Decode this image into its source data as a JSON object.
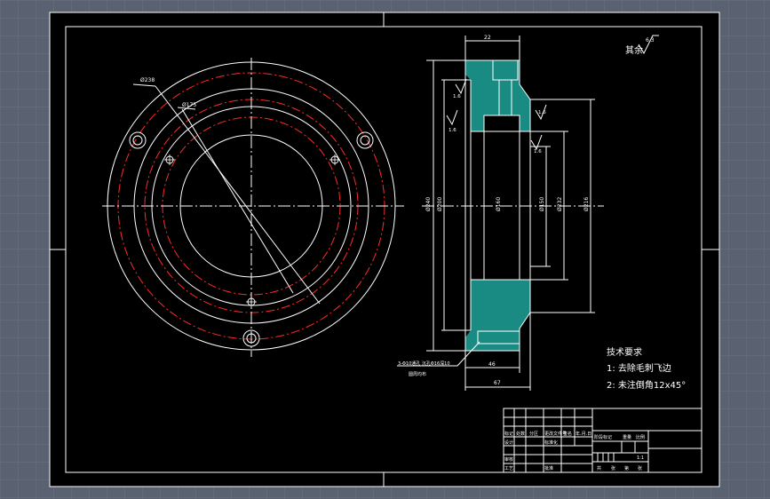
{
  "colors": {
    "background": "#5a6271",
    "sheet": "#000000",
    "line": "#ffffff",
    "center_line": "#ff2a2a",
    "hatch": "#1fa39a"
  },
  "front_view": {
    "diameter_label_outer": "Ø238",
    "diameter_label_inner": "Ø175"
  },
  "section_view": {
    "top_dim": "22",
    "roughness": [
      "1.6",
      "1.6",
      "1.6",
      "1.6"
    ],
    "diameters": [
      "Ø240",
      "Ø200",
      "Ø160",
      "Ø150",
      "Ø232",
      "Ø216"
    ],
    "hole_note": "3-Φ10通孔 沉孔Φ16深10",
    "hole_note2": "圆周均布",
    "bottom_dim_1": "46",
    "bottom_dim_2": "67"
  },
  "roughness_note": {
    "label": "其余",
    "value": "6.3"
  },
  "tech_requirements": {
    "title": "技术要求",
    "items": [
      "1: 去除毛刺飞边",
      "2: 未注倒角12x45°"
    ]
  },
  "title_block": {
    "row1": [
      "标记",
      "处数",
      "分区",
      "更改文件号",
      "签名",
      "年.月.日"
    ],
    "row2": [
      "设计",
      "标准化"
    ],
    "row3": [
      "审核"
    ],
    "row4": [
      "工艺",
      "批准"
    ],
    "right1": [
      "阶段标记",
      "重量",
      "比例"
    ],
    "scale": "1:1",
    "right2": [
      "共",
      "张",
      "第",
      "张"
    ]
  }
}
